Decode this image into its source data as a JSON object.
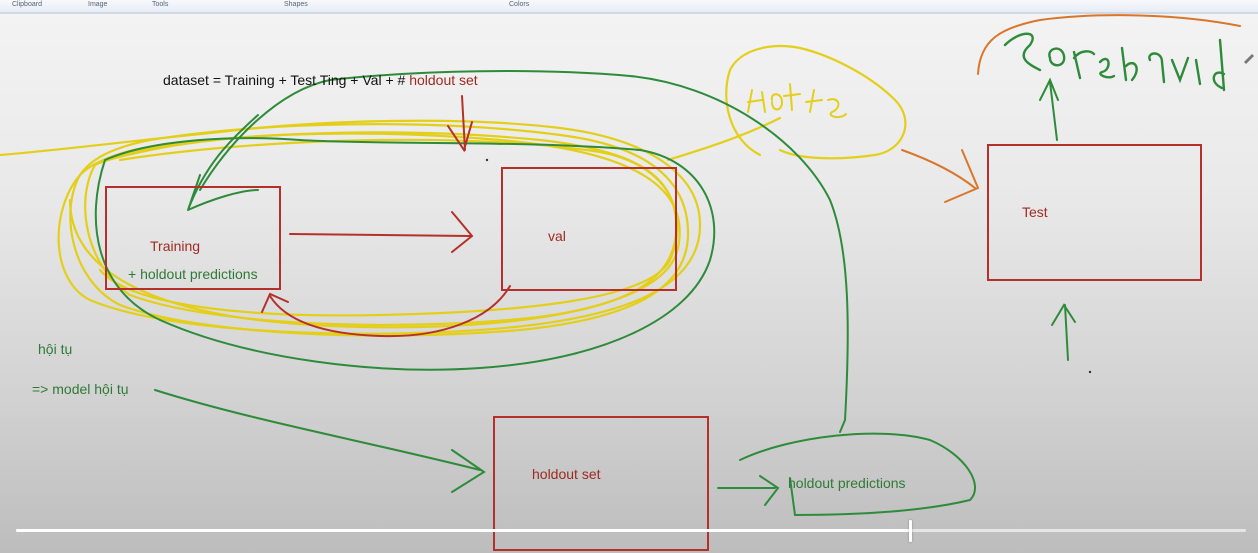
{
  "ribbon": {
    "groups": [
      "Clipboard",
      "Image",
      "Tools",
      "Shapes",
      "Colors"
    ]
  },
  "board": {
    "formula_prefix": "dataset = Training + Test Ting + Val + #",
    "formula_highlight": "holdout set",
    "training_label": "Training",
    "training_sub": "+ holdout predictions",
    "val_label": "val",
    "test_label": "Test",
    "holdout_set_label": "holdout set",
    "holdout_predictions_label": "holdout predictions",
    "converge_label": "hội tụ",
    "model_converge_label": "=> model hội tụ"
  },
  "colors": {
    "box_red": "#b5302a",
    "ink_green": "#2e8b3a",
    "ink_yellow": "#e6d21c",
    "ink_orange": "#d9762a",
    "ink_red": "#b5302a"
  },
  "video": {
    "progress": 0.727
  }
}
